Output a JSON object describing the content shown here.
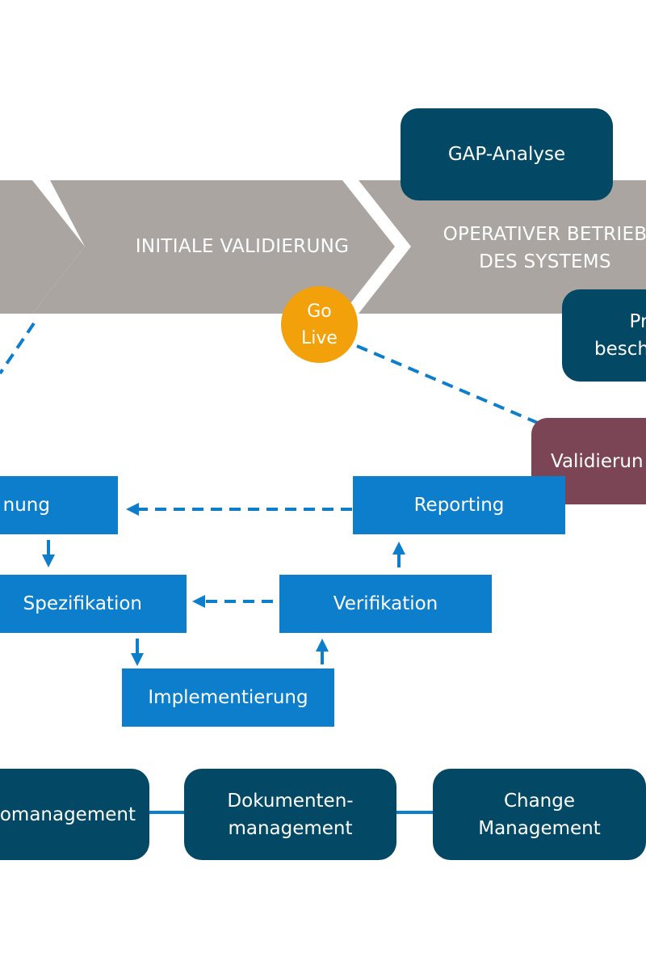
{
  "phases": {
    "initial_validation": "INITIALE VALIDIERUNG",
    "operative_line1": "OPERATIVER BETRIEB",
    "operative_line2": "DES SYSTEMS"
  },
  "top_boxes": {
    "gap_analysis": "GAP-Analyse",
    "right_line1": "Pr",
    "right_line2": "besch"
  },
  "milestone": {
    "line1": "Go",
    "line2": "Live"
  },
  "validation_box": "Validierun",
  "process_steps": {
    "planning": "nung",
    "reporting": "Reporting",
    "specification": "Spezifikation",
    "verification": "Verifikation",
    "implementation": "Implementierung"
  },
  "bottom_boxes": {
    "risk_management": "omanagement",
    "document_management_line1": "Dokumenten-",
    "document_management_line2": "management",
    "change_management_line1": "Change",
    "change_management_line2": "Management"
  },
  "colors": {
    "chevron_gray": "#aaa5a1",
    "navy": "#034864",
    "blue": "#0d7ecb",
    "orange": "#f2a10a",
    "maroon": "#7b4555"
  }
}
